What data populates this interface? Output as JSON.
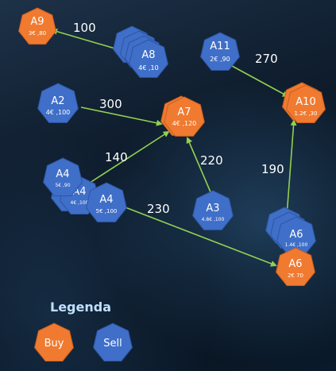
{
  "colors": {
    "buy": "#f07a30",
    "sell": "#3f6fc8",
    "edge": "#92d050"
  },
  "nodes": [
    {
      "id": "a9",
      "type": "buy",
      "name": "A9",
      "detail": "3€ ,80"
    },
    {
      "id": "a8",
      "type": "sell",
      "name": "A8",
      "detail": "4€ ,10"
    },
    {
      "id": "a11",
      "type": "sell",
      "name": "A11",
      "detail": "2€ ,90"
    },
    {
      "id": "a2",
      "type": "sell",
      "name": "A2",
      "detail": "4€ ,100"
    },
    {
      "id": "a7",
      "type": "buy",
      "name": "A7",
      "detail": "4€ ,120"
    },
    {
      "id": "a10",
      "type": "buy",
      "name": "A10",
      "detail": "1.2€ ,30"
    },
    {
      "id": "a4-front",
      "type": "sell",
      "name": "A4",
      "detail": "5€ ,90"
    },
    {
      "id": "a4-mid",
      "type": "sell",
      "name": "A4",
      "detail": "4€ ,100"
    },
    {
      "id": "a4-back",
      "type": "sell",
      "name": "A4",
      "detail": "5€ ,100"
    },
    {
      "id": "a3",
      "type": "sell",
      "name": "A3",
      "detail": "4.8€ ,100"
    },
    {
      "id": "a6-sell",
      "type": "sell",
      "name": "A6",
      "detail": "1.4€ ,100"
    },
    {
      "id": "a6-buy",
      "type": "buy",
      "name": "A6",
      "detail": "2€ 70"
    }
  ],
  "edges": [
    {
      "from": "a8",
      "to": "a9",
      "label": "100"
    },
    {
      "from": "a11",
      "to": "a10",
      "label": "270"
    },
    {
      "from": "a2",
      "to": "a7",
      "label": "300"
    },
    {
      "from": "a4",
      "to": "a7",
      "label": "140"
    },
    {
      "from": "a3",
      "to": "a7",
      "label": "220"
    },
    {
      "from": "a6",
      "to": "a10",
      "label": "190"
    },
    {
      "from": "a4",
      "to": "a6",
      "label": "230"
    }
  ],
  "legend": {
    "title": "Legenda",
    "buy_label": "Buy",
    "sell_label": "Sell"
  }
}
